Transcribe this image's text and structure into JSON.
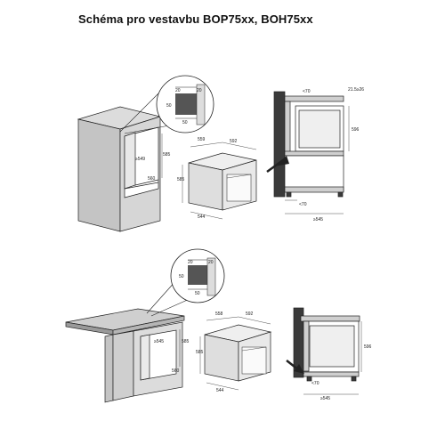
{
  "title": "Schéma pro vestavbu BOP75xx, BOH75xx",
  "upper": {
    "inset": {
      "w1": "20",
      "w2": "20",
      "h": "50",
      "b": "50"
    },
    "niche": {
      "w": "≥549",
      "h": "585",
      "d": "560"
    },
    "oven": {
      "top_w": "559",
      "top_d": "592",
      "h": "585",
      "bottom": "544"
    },
    "side": {
      "gap": "<70",
      "top": "21.5≥26",
      "h": "596",
      "bottom_gap": "<70",
      "depth": "≥545"
    }
  },
  "lower": {
    "inset": {
      "w1": "20",
      "w2": "20",
      "h": "50",
      "b": "50"
    },
    "niche": {
      "w": "≥545",
      "h": "585",
      "d": "560"
    },
    "oven": {
      "top_w": "558",
      "top_d": "592",
      "h": "585",
      "bottom": "544"
    },
    "side": {
      "h": "596",
      "bottom_gap": "<70",
      "depth": "≥545"
    }
  },
  "colors": {
    "wall": "#cfcfcf",
    "oven": "#e6e6e6",
    "dark": "#3a3a3a",
    "line": "#222222"
  }
}
